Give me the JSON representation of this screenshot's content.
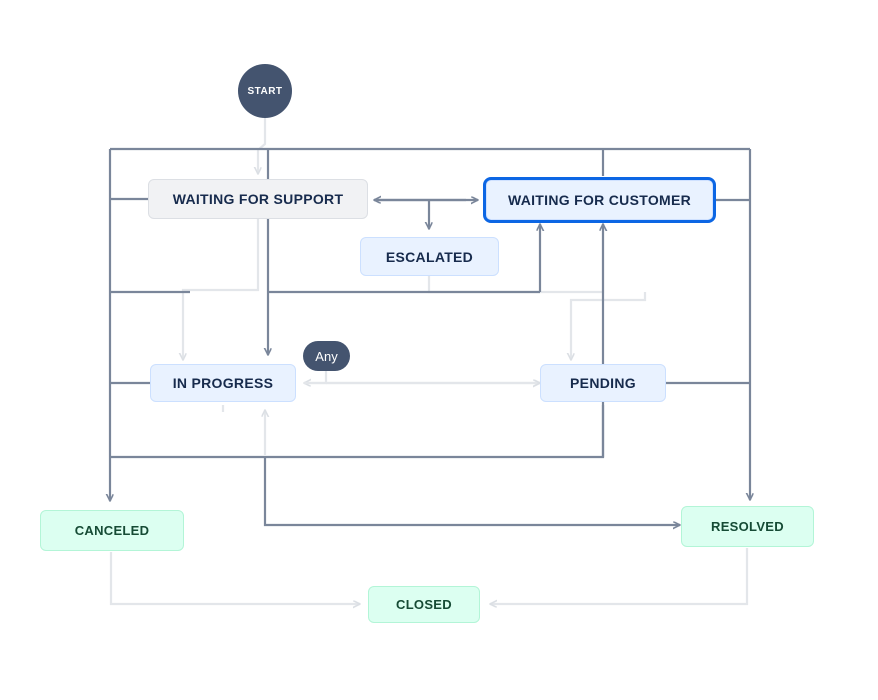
{
  "diagram": {
    "title": "Issue Workflow Diagram",
    "background_color": "#ffffff",
    "edge_color_strong": "#7a869a",
    "edge_color_faded": "#e3e6ea",
    "selected_color": "#0c66e4"
  },
  "nodes": {
    "start": {
      "label": "START",
      "kind": "start-circle",
      "color": "#44546f",
      "text_color": "#ffffff"
    },
    "any": {
      "label": "Any",
      "kind": "any-pill",
      "color": "#44546f",
      "text_color": "#ffffff"
    },
    "waiting_for_support": {
      "label": "WAITING FOR SUPPORT",
      "kind": "status-gray",
      "color": "#f1f2f4",
      "text_color": "#172b4d"
    },
    "waiting_for_customer": {
      "label": "WAITING FOR CUSTOMER",
      "kind": "status-selected",
      "color": "#e9f2ff",
      "text_color": "#172b4d",
      "selected": "true"
    },
    "escalated": {
      "label": "ESCALATED",
      "kind": "status-blue",
      "color": "#e9f2ff",
      "text_color": "#172b4d"
    },
    "in_progress": {
      "label": "IN PROGRESS",
      "kind": "status-blue",
      "color": "#e9f2ff",
      "text_color": "#172b4d"
    },
    "pending": {
      "label": "PENDING",
      "kind": "status-blue",
      "color": "#e9f2ff",
      "text_color": "#172b4d"
    },
    "canceled": {
      "label": "CANCELED",
      "kind": "status-green",
      "color": "#dcfff1",
      "text_color": "#164b35"
    },
    "resolved": {
      "label": "RESOLVED",
      "kind": "status-green",
      "color": "#dcfff1",
      "text_color": "#164b35"
    },
    "closed": {
      "label": "CLOSED",
      "kind": "status-green",
      "color": "#dcfff1",
      "text_color": "#164b35"
    }
  },
  "transitions": [
    {
      "from": "start",
      "to": "waiting_for_support"
    },
    {
      "from": "waiting_for_support",
      "to": "waiting_for_customer"
    },
    {
      "from": "waiting_for_customer",
      "to": "waiting_for_support"
    },
    {
      "from": "waiting_for_support",
      "to": "escalated"
    },
    {
      "from": "waiting_for_support",
      "to": "in_progress"
    },
    {
      "from": "waiting_for_support",
      "to": "canceled"
    },
    {
      "from": "escalated",
      "to": "in_progress"
    },
    {
      "from": "any",
      "to": "in_progress"
    },
    {
      "from": "any",
      "to": "pending"
    },
    {
      "from": "pending",
      "to": "waiting_for_customer"
    },
    {
      "from": "escalated",
      "to": "waiting_for_customer"
    },
    {
      "from": "in_progress",
      "to": "pending"
    },
    {
      "from": "in_progress",
      "to": "resolved"
    },
    {
      "from": "pending",
      "to": "resolved"
    },
    {
      "from": "waiting_for_customer",
      "to": "resolved"
    },
    {
      "from": "canceled",
      "to": "closed"
    },
    {
      "from": "resolved",
      "to": "closed"
    }
  ]
}
